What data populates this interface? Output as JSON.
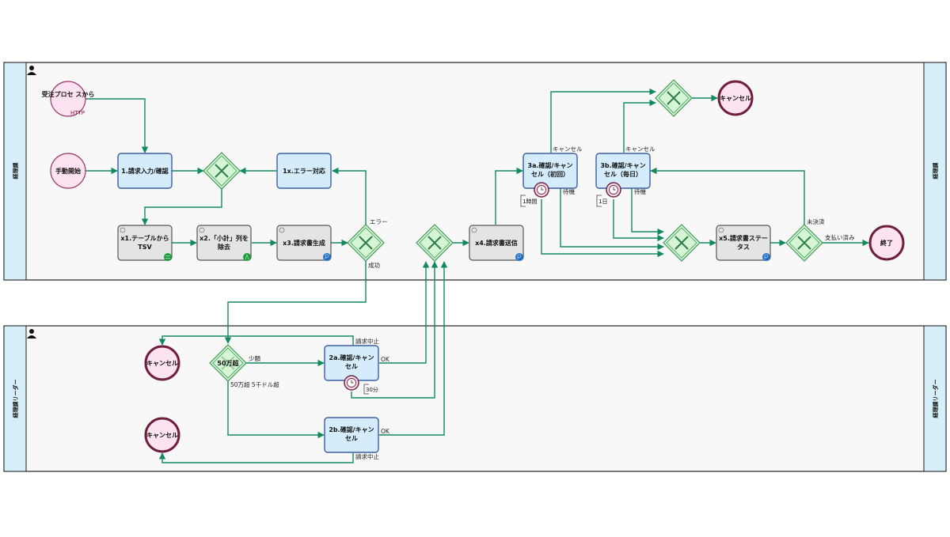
{
  "lanes": {
    "accounting": {
      "label": "経理課"
    },
    "leader": {
      "label": "経理課リーダー"
    }
  },
  "events": {
    "order_start": {
      "label": "受注プロセ スから",
      "sub": "HTTP"
    },
    "manual_start": {
      "label": "手動開始"
    },
    "cancel_top": {
      "label": "キャンセル"
    },
    "end_done": {
      "label": "終了"
    },
    "cancel_leader_1": {
      "label": "キャンセル"
    },
    "cancel_leader_2": {
      "label": "キャンセル"
    }
  },
  "tasks": {
    "t1": {
      "line1": "1.請求入力/確認",
      "line2": ""
    },
    "t1x": {
      "line1": "1x.エラー対応",
      "line2": ""
    },
    "tx1": {
      "line1": "x1.テーブルから",
      "line2": "TSV"
    },
    "tx2": {
      "line1": "x2.「小計」列を",
      "line2": "除去"
    },
    "tx3": {
      "line1": "x3.請求書生成",
      "line2": ""
    },
    "tx4": {
      "line1": "x4.請求書送信",
      "line2": ""
    },
    "t3a": {
      "line1": "3a.確認/キャン",
      "line2": "セル（初回）"
    },
    "t3b": {
      "line1": "3b.確認/キャン",
      "line2": "セル（毎日）"
    },
    "tx5": {
      "line1": "x5.請求書ステー",
      "line2": "タス"
    },
    "t2a": {
      "line1": "2a.確認/キャン",
      "line2": "セル"
    },
    "t2b": {
      "line1": "2b.確認/キャン",
      "line2": "セル"
    }
  },
  "gateways": {
    "amount": {
      "label": "50万超"
    }
  },
  "flow_labels": {
    "error": "エラー",
    "success": "成功",
    "cancel_3a": "キャンセル",
    "wait_3a": "待機",
    "cancel_3b": "キャンセル",
    "wait_3b": "待機",
    "unsettled": "未決済",
    "paid": "支払い済み",
    "small": "少額",
    "over": "50万超 5千ドル超",
    "ok_2a": "OK",
    "stop_2a": "請求中止",
    "ok_2b": "OK",
    "stop_2b": "請求中止"
  },
  "timers": {
    "t3a": "1時間",
    "t3b": "1日",
    "t2a": "30分"
  },
  "colors": {
    "flow": "#138a5e",
    "human_task": "#d4ecfb",
    "auto_task": "#e4e4e4",
    "gateway": "#d5f5d5",
    "event": "#fde2f2",
    "lane_tab": "#d6eef8"
  },
  "icons": {
    "lane_user": "user-icon",
    "auto_gear": "gear-icon",
    "converter": "convert-icon",
    "script": "script-icon",
    "service": "service-icon"
  }
}
